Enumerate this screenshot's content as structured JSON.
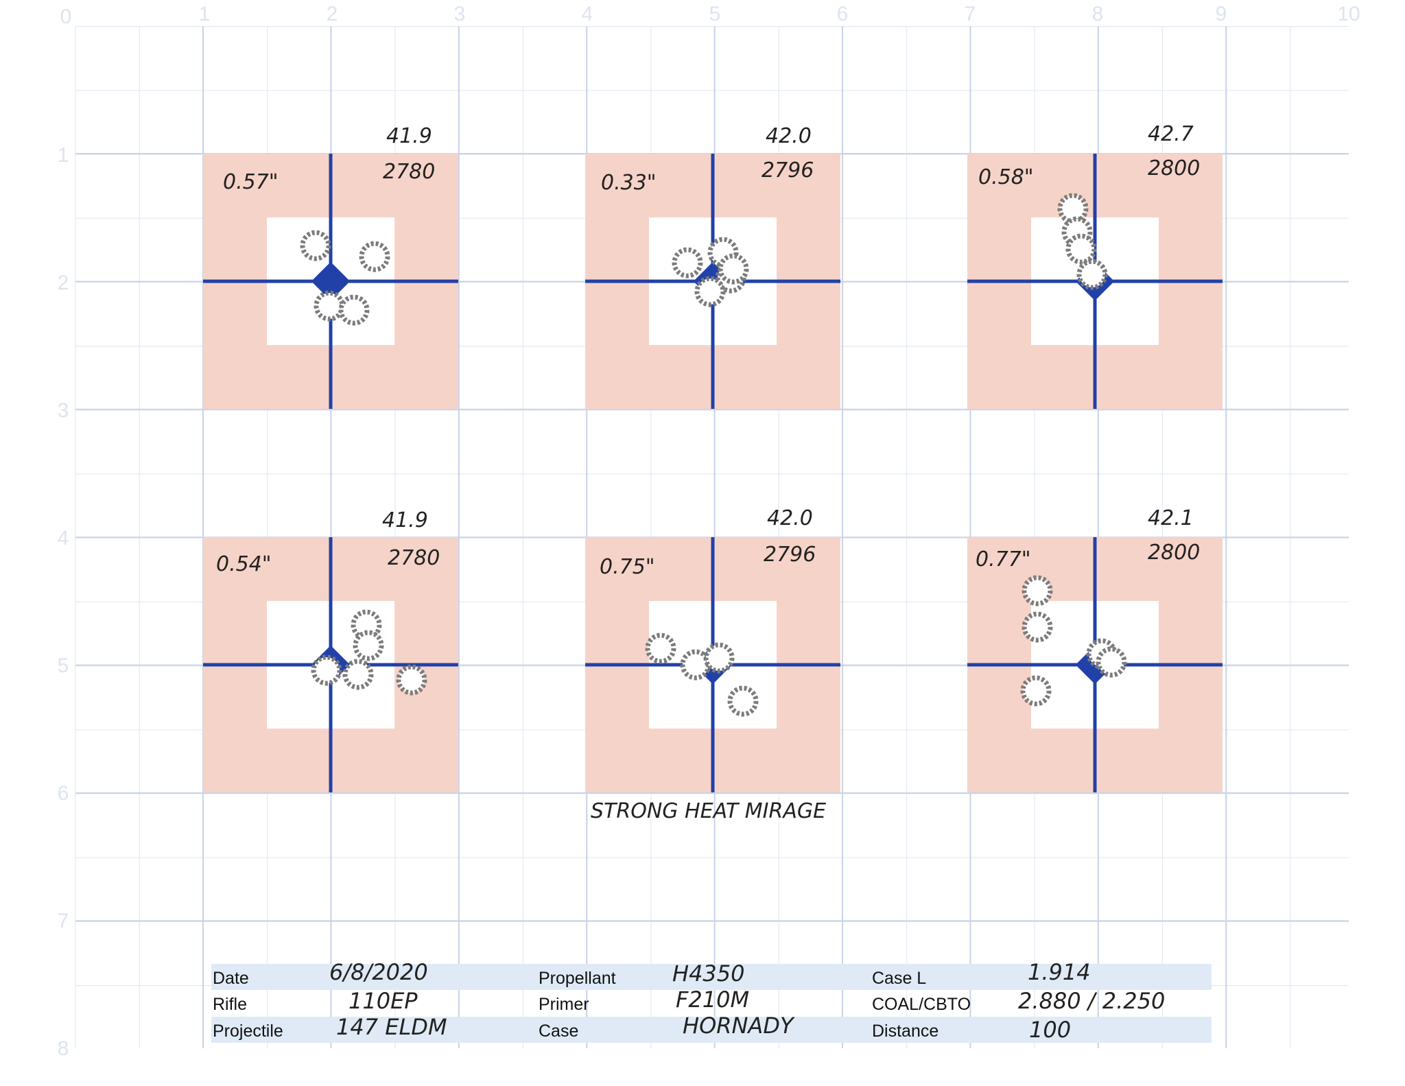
{
  "axis": {
    "top": [
      "0",
      "1",
      "2",
      "3",
      "4",
      "5",
      "6",
      "7",
      "8",
      "9",
      "10"
    ],
    "left": [
      "1",
      "2",
      "3",
      "4",
      "5",
      "6",
      "7",
      "8"
    ]
  },
  "targets": [
    {
      "charge": "41.9",
      "velocity": "2780",
      "group": "0.57\""
    },
    {
      "charge": "42.0",
      "velocity": "2796",
      "group": "0.33\""
    },
    {
      "charge": "42.7",
      "velocity": "2800",
      "group": "0.58\""
    },
    {
      "charge": "41.9",
      "velocity": "2780",
      "group": "0.54\""
    },
    {
      "charge": "42.0",
      "velocity": "2796",
      "group": "0.75\""
    },
    {
      "charge": "42.1",
      "velocity": "2800",
      "group": "0.77\""
    }
  ],
  "note": "STRONG HEAT MIRAGE",
  "info": {
    "date_label": "Date",
    "date_value": "6/8/2020",
    "rifle_label": "Rifle",
    "rifle_value": "110EP",
    "projectile_label": "Projectile",
    "projectile_value": "147 ELDM",
    "propellant_label": "Propellant",
    "propellant_value": "H4350",
    "primer_label": "Primer",
    "primer_value": "F210M",
    "case_label": "Case",
    "case_value": "HORNADY",
    "casel_label": "Case L",
    "casel_value": "1.914",
    "coal_label": "COAL/CBTO",
    "coal_value": "2.880 / 2.250",
    "distance_label": "Distance",
    "distance_value": "100"
  },
  "colors": {
    "grid_major": "#c9d3e6",
    "grid_minor": "#e3e9f3",
    "axis_num": "#dde3ef",
    "target_pink": "#f6d3c8",
    "crosshair": "#2141a8",
    "hole": "#7c7c7c",
    "table_fill": "#dfeaf6"
  }
}
